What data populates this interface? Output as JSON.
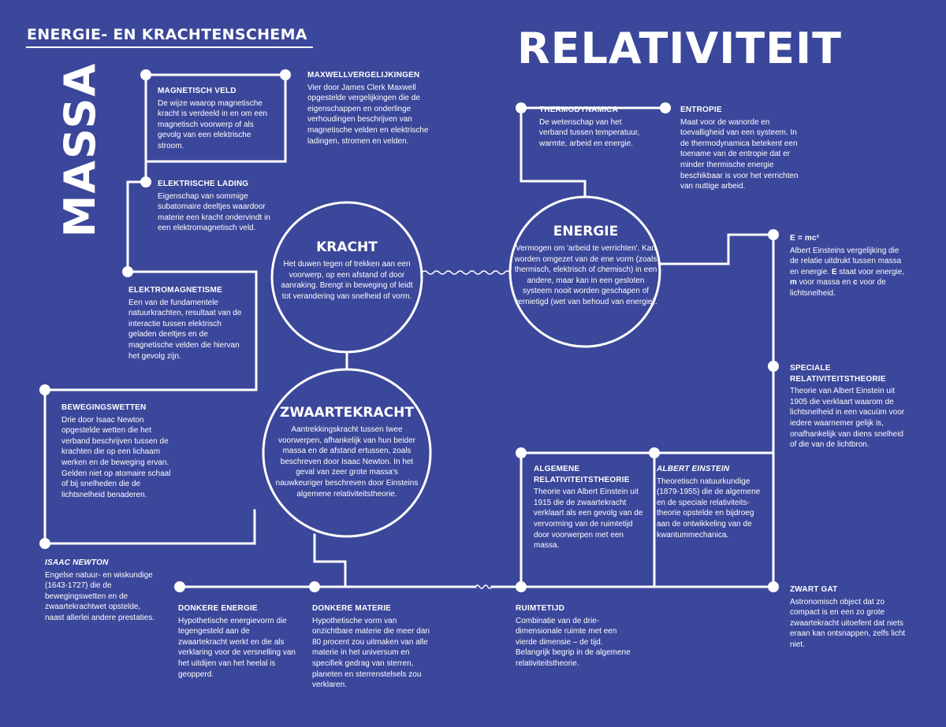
{
  "header": {
    "title": "ENERGIE- EN KRACHTENSCHEMA"
  },
  "big_titles": {
    "relativiteit": "RELATIVITEIT",
    "massa": "MASSA"
  },
  "colors": {
    "background": "#3b479a",
    "lines": "#ffffff",
    "text": "#ffffff"
  },
  "circles": {
    "kracht": {
      "title": "KRACHT",
      "desc": "Het duwen tegen of trekken aan een voorwerp, op een afstand of door aanraking. Brengt in beweging of leidt tot verandering van snelheid of vorm."
    },
    "zwaartekracht": {
      "title": "ZWAARTEKRACHT",
      "desc": "Aantrekkingskracht tussen twee voorwerpen, afhankelijk van hun beider massa en de afstand ertussen, zoals beschreven door Isaac Newton. In het geval van zeer grote massa's nauwkeuriger beschreven door Einsteins algemene relativiteitstheorie."
    },
    "energie": {
      "title": "ENERGIE",
      "desc": "Vermogen om 'arbeid te verrichten'. Kan worden omgezet van de ene vorm (zoals thermisch, elektrisch of chemisch) in een andere, maar kan in een gesloten systeem nooit worden geschapen of vernietigd (wet van behoud van energie)."
    }
  },
  "nodes": {
    "magnetisch_veld": {
      "title": "MAGNETISCH VELD",
      "desc": "De wijze waarop magnetische kracht is verdeeld in en om een magnetisch voorwerp of als gevolg van een elektrische stroom."
    },
    "maxwell": {
      "title": "MAXWELLVERGELIJKINGEN",
      "desc": "Vier door James Clerk Maxwell opgestelde vergelijkingen die de eigenschappen en onderlinge verhoudingen beschrijven van magnetische velden en elektrische ladingen, stromen en velden."
    },
    "elektrische_lading": {
      "title": "ELEKTRISCHE LADING",
      "desc": "Eigenschap van sommige subatomaire deeltjes waardoor materie een kracht ondervindt in een elektromagnetisch veld."
    },
    "elektromagnetisme": {
      "title": "ELEKTROMAGNETISME",
      "desc": "Een van de fundamentele natuurkrachten, resultaat van de interactie tussen elektrisch geladen deeltjes en de magnetische velden die hiervan het gevolg zijn."
    },
    "bewegingswetten": {
      "title": "BEWEGINGSWETTEN",
      "desc": "Drie door Isaac Newton opgestelde wetten die het verband beschrijven tussen de krachten die op een lichaam werken en de beweging ervan. Gelden niet op atomaire schaal of bij snelheden die de lichtsnelheid benaderen."
    },
    "isaac_newton": {
      "title": "ISAAC NEWTON",
      "desc": "Engelse natuur- en wiskundige (1643-1727) die de bewegingswetten en de zwaartekrachtwet opstelde, naast allerlei andere prestaties."
    },
    "donkere_energie": {
      "title": "DONKERE ENERGIE",
      "desc": "Hypothetische energievorm die tegengesteld aan de zwaartekracht werkt en die als verklaring voor de versnelling van het uitdijen van het heelal is geopperd."
    },
    "donkere_materie": {
      "title": "DONKERE MATERIE",
      "desc": "Hypothetische vorm van onzichtbare materie die meer dan 80 procent zou uitmaken van alle materie in het universum en specifiek gedrag van sterren, planeten en sterrenstelsels zou verklaren."
    },
    "thermodynamica": {
      "title": "THERMODYNAMICA",
      "desc": "De wetenschap van het verband tussen temperatuur, warmte, arbeid en energie."
    },
    "entropie": {
      "title": "ENTROPIE",
      "desc": "Maat voor de wanorde en toevalligheid van een systeem. In de thermodynamica betekent een toename van de entropie dat er minder thermische energie beschikbaar is voor het verrichten van nuttige arbeid."
    },
    "emc2": {
      "title": "E = mc²",
      "desc_parts": [
        "Albert Einsteins vergelijking die de relatie uitdrukt tussen massa en energie. ",
        "E",
        " staat voor energie, ",
        "m",
        " voor massa en ",
        "c",
        " voor de lichtsnelheid."
      ]
    },
    "speciale_rt": {
      "title": "SPECIALE RELATIVITEITSTHEORIE",
      "desc": "Theorie van Albert Einstein uit 1905 die verklaart waarom de lichtsnelheid in een vacuüm voor iedere waarnemer gelijk is, onafhankelijk van diens snelheid of die van de lichtbron."
    },
    "algemene_rt": {
      "title": "ALGEMENE RELATIVITEITSTHEORIE",
      "desc": "Theorie van Albert Einstein uit 1915 die de zwaartekracht verklaart als een gevolg van de vervorming van de ruimtetijd door voorwerpen met een massa."
    },
    "albert_einstein": {
      "title": "ALBERT EINSTEIN",
      "desc": "Theoretisch natuurkundige (1879-1955) die de algemene en de speciale relativiteits-theorie opstelde en bijdroeg aan de ontwikkeling van de kwantummechanica."
    },
    "ruimtetijd": {
      "title": "RUIMTETIJD",
      "desc": "Combinatie van de drie-dimensionale ruimte met een vierde dimensie – de tijd. Belangrijk begrip in de algemene relativiteitstheorie."
    },
    "zwart_gat": {
      "title": "ZWART GAT",
      "desc": "Astronomisch object dat zo compact is en een zo grote zwaartekracht uitoefent dat niets eraan kan ontsnappen, zelfs licht niet."
    }
  }
}
